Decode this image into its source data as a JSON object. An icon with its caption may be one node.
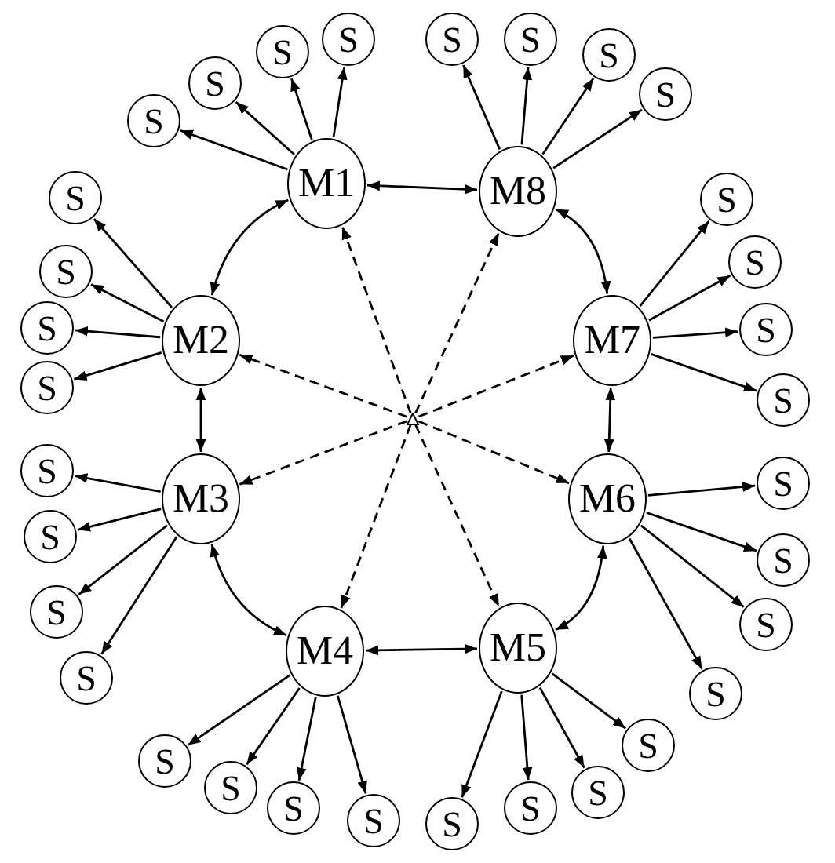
{
  "diagram": {
    "nodes": [
      {
        "text": [
          "M1"
        ]
      },
      {
        "text": [
          "M2"
        ]
      },
      {
        "text": [
          "M3"
        ]
      },
      {
        "text": [
          "M4"
        ]
      },
      {
        "text": [
          "M5"
        ]
      },
      {
        "text": [
          "M6"
        ]
      },
      {
        "text": [
          "M7"
        ]
      },
      {
        "text": [
          "M8"
        ]
      },
      {
        "text": [],
        "shape": "triangle"
      },
      {
        "text": [
          "S"
        ]
      },
      {
        "text": [
          "S"
        ]
      },
      {
        "text": [
          "S"
        ]
      },
      {
        "text": [
          "S"
        ]
      },
      {
        "text": [
          "S"
        ]
      },
      {
        "text": [
          "S"
        ]
      },
      {
        "text": [
          "S"
        ]
      },
      {
        "text": [
          "S"
        ]
      },
      {
        "text": [
          "S"
        ]
      },
      {
        "text": [
          "S"
        ]
      },
      {
        "text": [
          "S"
        ]
      },
      {
        "text": [
          "S"
        ]
      },
      {
        "text": [
          "S"
        ]
      },
      {
        "text": [
          "S"
        ]
      },
      {
        "text": [
          "S"
        ]
      },
      {
        "text": [
          "S"
        ]
      },
      {
        "text": [
          "S"
        ]
      },
      {
        "text": [
          "S"
        ]
      },
      {
        "text": [
          "S"
        ]
      },
      {
        "text": [
          "S"
        ]
      },
      {
        "text": [
          "S"
        ]
      },
      {
        "text": [
          "S"
        ]
      },
      {
        "text": [
          "S"
        ]
      },
      {
        "text": [
          "S"
        ]
      },
      {
        "text": [
          "S"
        ]
      },
      {
        "text": [
          "S"
        ]
      },
      {
        "text": [
          "S"
        ]
      },
      {
        "text": [
          "S"
        ]
      },
      {
        "text": [
          "S"
        ]
      },
      {
        "text": [
          "S"
        ]
      },
      {
        "text": [
          "S"
        ]
      },
      {
        "text": [
          "S"
        ]
      }
    ],
    "edges": [
      {
        "from": 0,
        "to": 7,
        "arrow": "both"
      },
      {
        "from": 7,
        "to": 6,
        "arrow": "both"
      },
      {
        "from": 6,
        "to": 5,
        "arrow": "both"
      },
      {
        "from": 5,
        "to": 4,
        "arrow": "both"
      },
      {
        "from": 4,
        "to": 3,
        "arrow": "both"
      },
      {
        "from": 3,
        "to": 2,
        "arrow": "both"
      },
      {
        "from": 2,
        "to": 1,
        "arrow": "both"
      },
      {
        "from": 1,
        "to": 0,
        "arrow": "both"
      },
      {
        "from": 8,
        "to": 0,
        "arrow": "to",
        "style": "dashed"
      },
      {
        "from": 8,
        "to": 1,
        "arrow": "to",
        "style": "dashed"
      },
      {
        "from": 8,
        "to": 2,
        "arrow": "to",
        "style": "dashed"
      },
      {
        "from": 8,
        "to": 3,
        "arrow": "to",
        "style": "dashed"
      },
      {
        "from": 8,
        "to": 4,
        "arrow": "to",
        "style": "dashed"
      },
      {
        "from": 8,
        "to": 5,
        "arrow": "to",
        "style": "dashed"
      },
      {
        "from": 8,
        "to": 6,
        "arrow": "to",
        "style": "dashed"
      },
      {
        "from": 8,
        "to": 7,
        "arrow": "to",
        "style": "dashed"
      },
      {
        "from": 0,
        "to": 9,
        "arrow": "to"
      },
      {
        "from": 0,
        "to": 10,
        "arrow": "to"
      },
      {
        "from": 0,
        "to": 11,
        "arrow": "to"
      },
      {
        "from": 0,
        "to": 12,
        "arrow": "to"
      },
      {
        "from": 1,
        "to": 13,
        "arrow": "to"
      },
      {
        "from": 1,
        "to": 14,
        "arrow": "to"
      },
      {
        "from": 1,
        "to": 15,
        "arrow": "to"
      },
      {
        "from": 1,
        "to": 16,
        "arrow": "to"
      },
      {
        "from": 2,
        "to": 17,
        "arrow": "to"
      },
      {
        "from": 2,
        "to": 18,
        "arrow": "to"
      },
      {
        "from": 2,
        "to": 19,
        "arrow": "to"
      },
      {
        "from": 2,
        "to": 20,
        "arrow": "to"
      },
      {
        "from": 3,
        "to": 21,
        "arrow": "to"
      },
      {
        "from": 3,
        "to": 22,
        "arrow": "to"
      },
      {
        "from": 3,
        "to": 23,
        "arrow": "to"
      },
      {
        "from": 3,
        "to": 24,
        "arrow": "to"
      },
      {
        "from": 4,
        "to": 25,
        "arrow": "to"
      },
      {
        "from": 4,
        "to": 26,
        "arrow": "to"
      },
      {
        "from": 4,
        "to": 27,
        "arrow": "to"
      },
      {
        "from": 4,
        "to": 28,
        "arrow": "to"
      },
      {
        "from": 5,
        "to": 29,
        "arrow": "to"
      },
      {
        "from": 5,
        "to": 30,
        "arrow": "to"
      },
      {
        "from": 5,
        "to": 31,
        "arrow": "to"
      },
      {
        "from": 5,
        "to": 32,
        "arrow": "to"
      },
      {
        "from": 6,
        "to": 33,
        "arrow": "to"
      },
      {
        "from": 6,
        "to": 34,
        "arrow": "to"
      },
      {
        "from": 6,
        "to": 35,
        "arrow": "to"
      },
      {
        "from": 6,
        "to": 36,
        "arrow": "to"
      },
      {
        "from": 7,
        "to": 37,
        "arrow": "to"
      },
      {
        "from": 7,
        "to": 38,
        "arrow": "to"
      },
      {
        "from": 7,
        "to": 39,
        "arrow": "to"
      },
      {
        "from": 7,
        "to": 40,
        "arrow": "to"
      }
    ]
  }
}
